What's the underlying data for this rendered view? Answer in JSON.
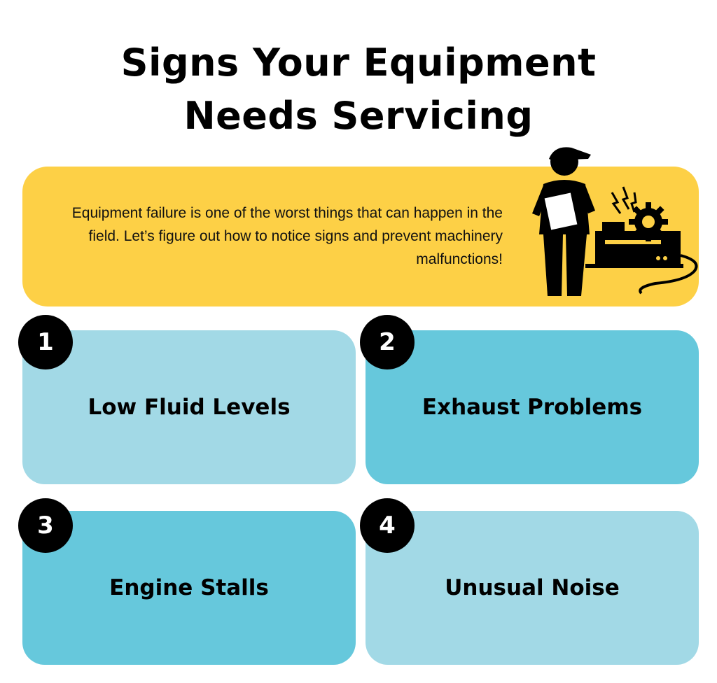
{
  "title": {
    "line1": "Signs Your Equipment",
    "line2": "Needs Servicing"
  },
  "intro": {
    "text": "Equipment failure is one of the worst things that can happen in the field. Let’s figure out how to notice signs and prevent machinery malfunctions!"
  },
  "colors": {
    "banner": "#fdd046",
    "card_light": "#a2d9e6",
    "card_dark": "#66c8dc",
    "badge": "#000000"
  },
  "illustration": {
    "icon": "worker-with-machine-icon"
  },
  "signs": [
    {
      "number": "1",
      "label": "Low Fluid Levels",
      "shade": "light"
    },
    {
      "number": "2",
      "label": "Exhaust Problems",
      "shade": "dark"
    },
    {
      "number": "3",
      "label": "Engine Stalls",
      "shade": "dark"
    },
    {
      "number": "4",
      "label": "Unusual Noise",
      "shade": "light"
    }
  ]
}
